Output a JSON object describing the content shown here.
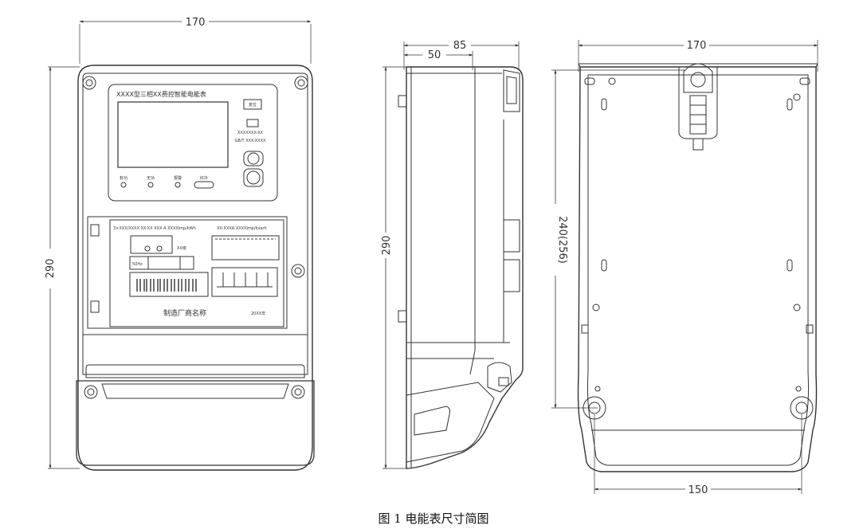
{
  "caption": "图 1 电能表尺寸简图",
  "dimensions": {
    "front_width": "170",
    "front_height": "290",
    "side_width": "85",
    "side_inner": "50",
    "side_height": "290",
    "back_width": "170",
    "back_mount_height": "240(256)",
    "back_bottom_width": "150"
  },
  "meter_face": {
    "model_title": "XXXX型三相XX费控智能电能表",
    "top_button_label": "复位",
    "code_line1": "XXXXXXX-XX",
    "code_line2": "GB/T XXX-XXXX",
    "indicator_labels": [
      "有功",
      "无功",
      "报警",
      "红外"
    ],
    "spec_line": "3×XXX/XXXX XX-XX XXX A XXXXimp/kWh",
    "spec_line_right": "XX:XXXA XXXXimp/kvarh",
    "level_label": "XX级",
    "freq_label": "50Hz",
    "manufacturer": "制造厂商名称",
    "year": "20XX年"
  }
}
